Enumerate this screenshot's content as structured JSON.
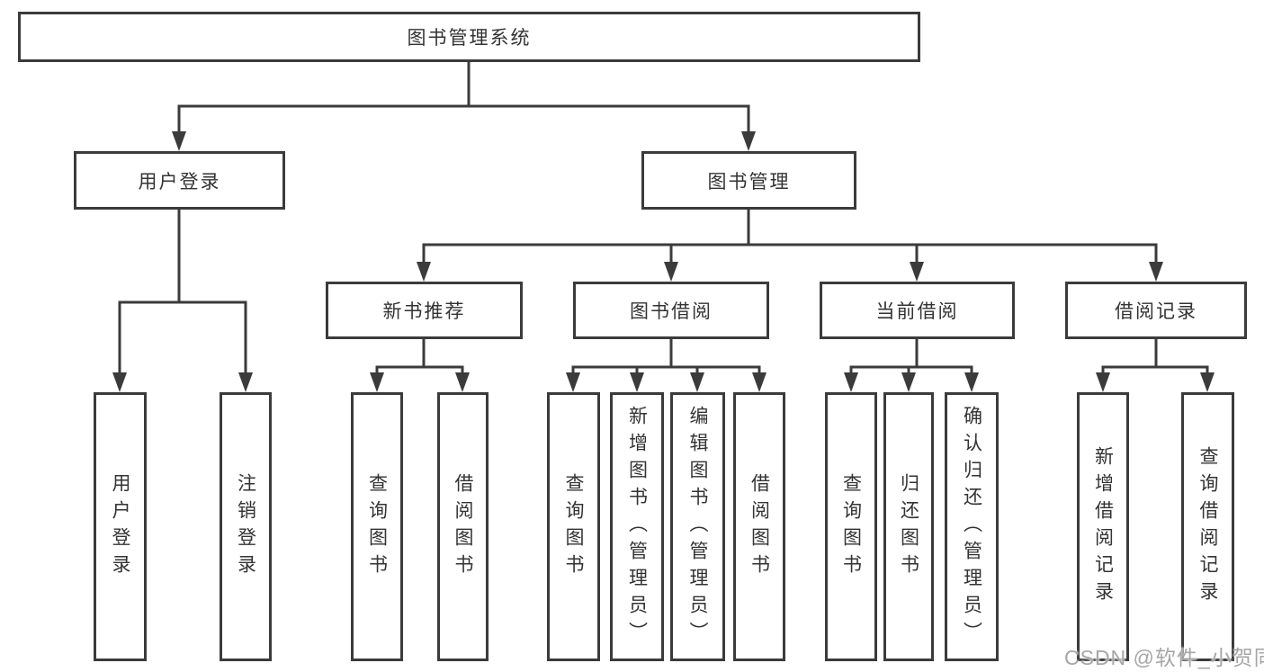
{
  "diagram_title": "图书管理系统",
  "tree": {
    "root": {
      "label": "图书管理系统"
    },
    "branches": [
      {
        "label": "用户登录",
        "children": [
          {
            "label": "用户登录"
          },
          {
            "label": "注销登录"
          }
        ]
      },
      {
        "label": "图书管理",
        "children": [
          {
            "label": "新书推荐",
            "children": [
              {
                "label": "查询图书"
              },
              {
                "label": "借阅图书"
              }
            ]
          },
          {
            "label": "图书借阅",
            "children": [
              {
                "label": "查询图书"
              },
              {
                "label": "新增图书（管理员）"
              },
              {
                "label": "编辑图书（管理员）"
              },
              {
                "label": "借阅图书"
              }
            ]
          },
          {
            "label": "当前借阅",
            "children": [
              {
                "label": "查询图书"
              },
              {
                "label": "归还图书"
              },
              {
                "label": "确认归还（管理员）"
              }
            ]
          },
          {
            "label": "借阅记录",
            "children": [
              {
                "label": "新增借阅记录"
              },
              {
                "label": "查询借阅记录"
              }
            ]
          }
        ]
      }
    ]
  },
  "watermark": "CSDN @软件_小贺同学",
  "colors": {
    "line": "#3b3b3b",
    "box_border": "#3b3b3b",
    "text": "#333333",
    "watermark": "#a6a6a6",
    "background": "#ffffff"
  }
}
